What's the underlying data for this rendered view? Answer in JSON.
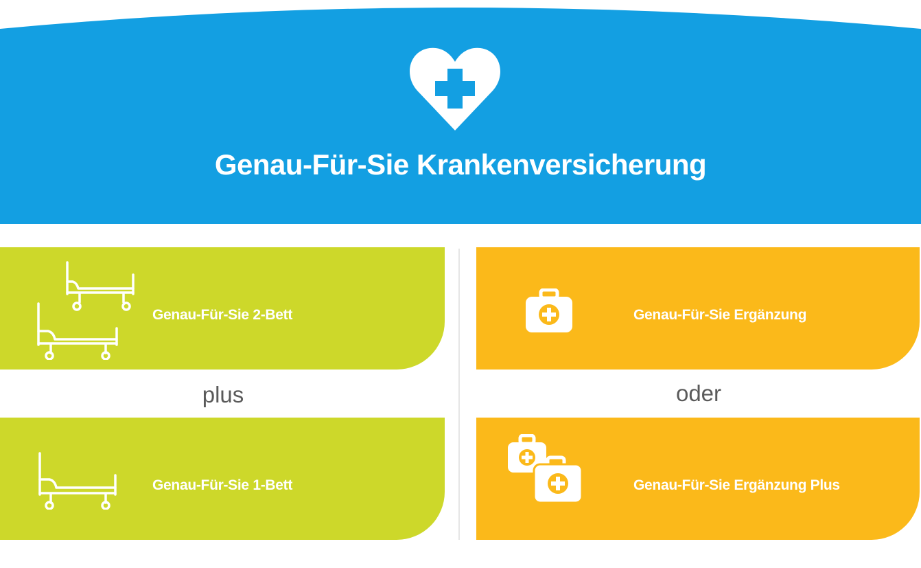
{
  "header": {
    "title": "Genau-Für-Sie Krankenversicherung",
    "icon": "heart-cross-icon",
    "color": "#139fe2"
  },
  "left_column": {
    "color": "#cdd82a",
    "top_card": {
      "label": "Genau-Für-Sie 2-Bett",
      "icon": "two-beds-icon"
    },
    "connector": "plus",
    "bottom_card": {
      "label": "Genau-Für-Sie 1-Bett",
      "icon": "bed-icon"
    }
  },
  "right_column": {
    "color": "#fbb91a",
    "top_card": {
      "label": "Genau-Für-Sie Ergänzung",
      "icon": "medical-kit-icon"
    },
    "connector": "oder",
    "bottom_card": {
      "label": "Genau-Für-Sie Ergänzung Plus",
      "icon": "two-medical-kits-icon"
    }
  }
}
